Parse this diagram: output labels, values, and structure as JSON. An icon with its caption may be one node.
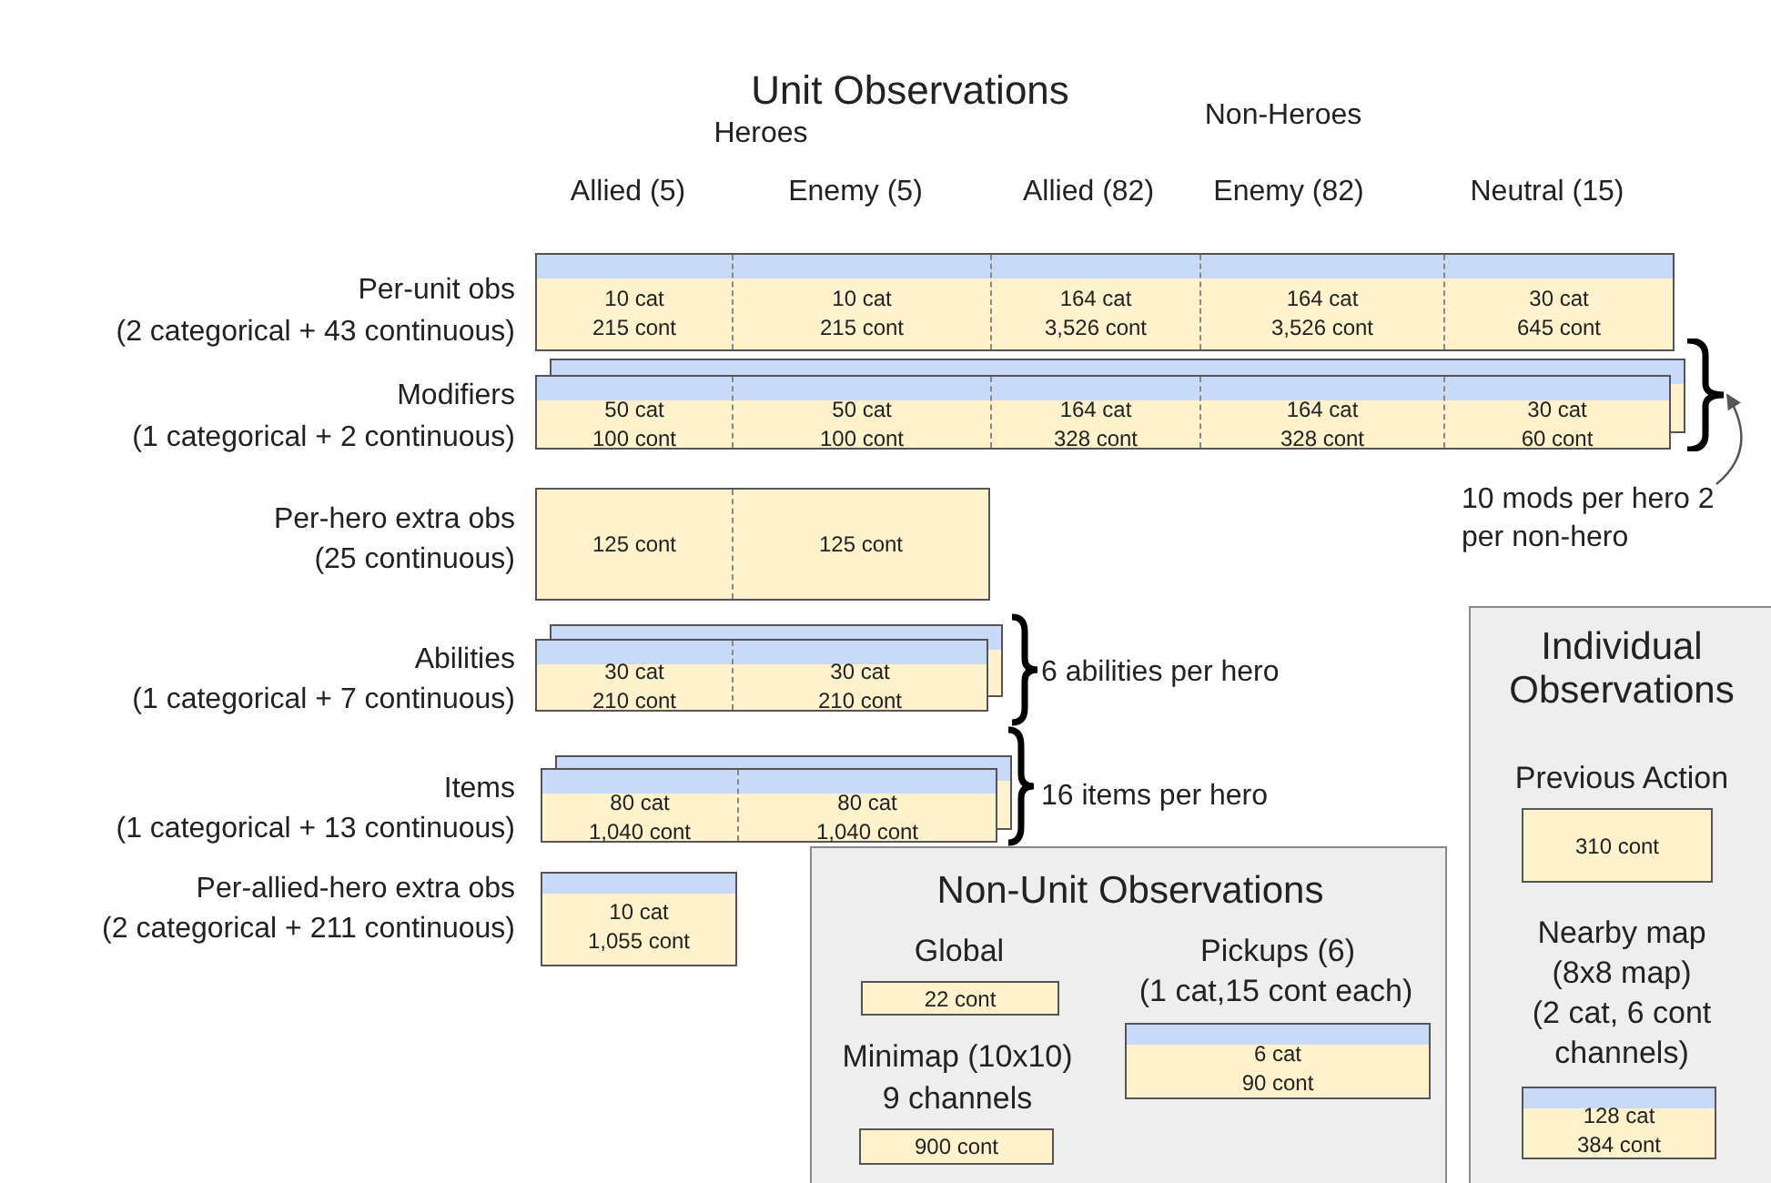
{
  "diagram": {
    "title": "Unit Observations",
    "nodes": [
      {
        "text": [],
        "shape": "bar"
      },
      {
        "text": [
          "10 cat",
          "215 cont"
        ],
        "in": 0
      },
      {
        "text": [
          "10 cat",
          "215 cont"
        ],
        "in": 0
      },
      {
        "text": [
          "164 cat",
          "3,526 cont"
        ],
        "in": 0
      },
      {
        "text": [
          "164 cat",
          "3,526 cont"
        ],
        "in": 0
      },
      {
        "text": [
          "30 cat",
          "645 cont"
        ],
        "in": 0
      },
      {
        "text": [],
        "shape": "bar"
      },
      {
        "text": [
          "50 cat",
          "100 cont"
        ],
        "in": 6
      },
      {
        "text": [
          "50 cat",
          "100 cont"
        ],
        "in": 6
      },
      {
        "text": [
          "164 cat",
          "328 cont"
        ],
        "in": 6
      },
      {
        "text": [
          "164 cat",
          "328 cont"
        ],
        "in": 6
      },
      {
        "text": [
          "30 cat",
          "60 cont"
        ],
        "in": 6
      },
      {
        "text": [],
        "shape": "bracket"
      },
      {
        "text": [
          "10 mods per hero 2 per non-hero"
        ]
      },
      {
        "text": [],
        "shape": "bar"
      },
      {
        "text": [
          "125 cont"
        ],
        "in": 14
      },
      {
        "text": [
          "125 cont"
        ],
        "in": 14
      },
      {
        "text": [],
        "shape": "bar"
      },
      {
        "text": [
          "30 cat",
          "210 cont"
        ],
        "in": 17
      },
      {
        "text": [
          "30 cat",
          "210 cont"
        ],
        "in": 17
      },
      {
        "text": [],
        "shape": "bar"
      },
      {
        "text": [
          "80 cat",
          "1,040 cont"
        ],
        "in": 20
      },
      {
        "text": [
          "80 cat",
          "1,040 cont"
        ],
        "in": 20
      },
      {
        "text": [
          "10 cat",
          "1,055 cont"
        ]
      },
      {
        "text": [
          "Non-Unit Observations",
          "Global",
          "Pickups (6)",
          "(1 cat,15 cont each)",
          "Minimap (10x10)",
          "9 channels"
        ]
      },
      {
        "text": [
          "22 cont"
        ],
        "in": 24
      },
      {
        "text": [
          "6 cat",
          "90 cont"
        ],
        "in": 24
      },
      {
        "text": [
          "900 cont"
        ],
        "in": 24
      },
      {
        "text": [
          "Individual Observations",
          "Previous Action",
          "Nearby map",
          "(8x8 map)",
          "(2 cat, 6 cont channels)"
        ]
      },
      {
        "text": [
          "310 cont"
        ],
        "in": 28
      },
      {
        "text": [
          "128 cat",
          "384 cont"
        ],
        "in": 28
      }
    ],
    "edges": [
      {
        "from": 13,
        "to": 12,
        "arrow": "to"
      }
    ],
    "labels": [
      "Heroes",
      "Non-Heroes",
      "Allied (5)",
      "Enemy (5)",
      "Allied (82)",
      "Enemy (82)",
      "Neutral (15)",
      "Per-unit obs",
      "(2 categorical + 43 continuous)",
      "Modifiers",
      "(1 categorical + 2 continuous)",
      "Per-hero extra obs",
      "(25 continuous)",
      "Abilities",
      "(1 categorical + 7 continuous)",
      "Items",
      "(1 categorical + 13 continuous)",
      "Per-allied-hero extra obs",
      "(2 categorical + 211 continuous)",
      "6 abilities per hero",
      "16 items per hero"
    ]
  }
}
